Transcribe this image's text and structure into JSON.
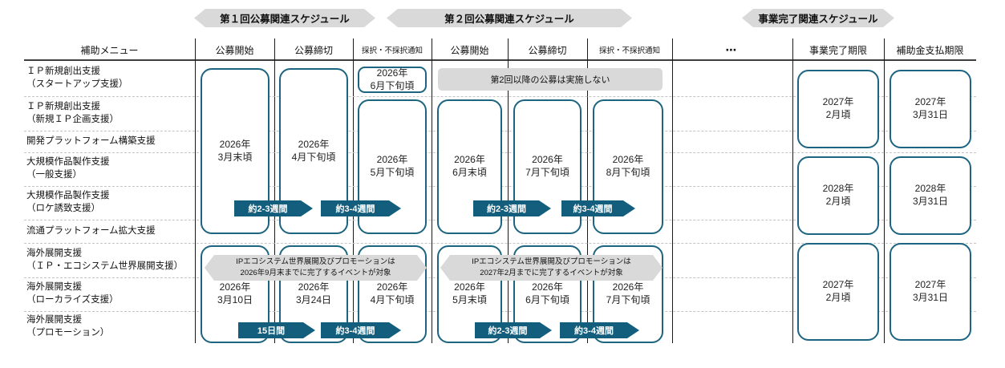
{
  "banners": {
    "round1": "第１回公募関連スケジュール",
    "round2": "第２回公募関連スケジュール",
    "completion": "事業完了関連スケジュール"
  },
  "columns": {
    "menu": "補助メニュー",
    "r1_open": "公募開始",
    "r1_close": "公募締切",
    "r1_notify": "採択・不採択通知",
    "r2_open": "公募開始",
    "r2_close": "公募締切",
    "r2_notify": "採択・不採択通知",
    "ellipsis": "⋯",
    "deadline": "事業完了期限",
    "payment": "補助金支払期限"
  },
  "menu_rows": [
    {
      "label": "ＩＰ新規創出支援\n（スタートアップ支援）"
    },
    {
      "label": "ＩＰ新規創出支援\n（新規ＩＰ企画支援）"
    },
    {
      "label": "開発プラットフォーム構築支援"
    },
    {
      "label": "大規模作品製作支援\n（一般支援）"
    },
    {
      "label": "大規模作品製作支援\n（ロケ誘致支援）"
    },
    {
      "label": "流通プラットフォーム拡大支援"
    },
    {
      "label": "海外展開支援\n（ＩＰ・エコシステム世界展開支援）"
    },
    {
      "label": "海外展開支援\n（ローカライズ支援）"
    },
    {
      "label": "海外展開支援\n（プロモーション）"
    }
  ],
  "r1": {
    "open": "2026年\n3月末頃",
    "close": "2026年\n4月下旬頃",
    "notify_first": "2026年\n6月下旬頃",
    "notify": "2026年\n5月下旬頃",
    "dur1": "約2-3週間",
    "dur2": "約3-4週間",
    "note": "IPエコシステム世界展開及びプロモーションは\n2026年9月末までに完了するイベントが対象",
    "ov_open": "2026年\n3月10日",
    "ov_close": "2026年\n3月24日",
    "ov_notify": "2026年\n4月下旬頃",
    "ov_dur1": "15日間",
    "ov_dur2": "約3-4週間"
  },
  "r2": {
    "no_more": "第2回以降の公募は実施しない",
    "open": "2026年\n6月末頃",
    "close": "2026年\n7月下旬頃",
    "notify": "2026年\n8月下旬頃",
    "dur1": "約2-3週間",
    "dur2": "約3-4週間",
    "note": "IPエコシステム世界展開及びプロモーションは\n2027年2月までに完了するイベントが対象",
    "ov_open": "2026年\n5月末頃",
    "ov_close": "2026年\n6月下旬頃",
    "ov_notify": "2026年\n7月下旬頃",
    "ov_dur1": "約2-3週間",
    "ov_dur2": "約3-4週間"
  },
  "completion": {
    "g1_deadline": "2027年\n2月頃",
    "g1_payment": "2027年\n3月31日",
    "g2_deadline": "2028年\n2月頃",
    "g2_payment": "2028年\n3月31日",
    "g3_deadline": "2027年\n2月頃",
    "g3_payment": "2027年\n3月31日"
  },
  "colors": {
    "accent_border": "#1d6480",
    "badge_fill": "#135e7d",
    "banner_gray": "#d9d9d9"
  }
}
